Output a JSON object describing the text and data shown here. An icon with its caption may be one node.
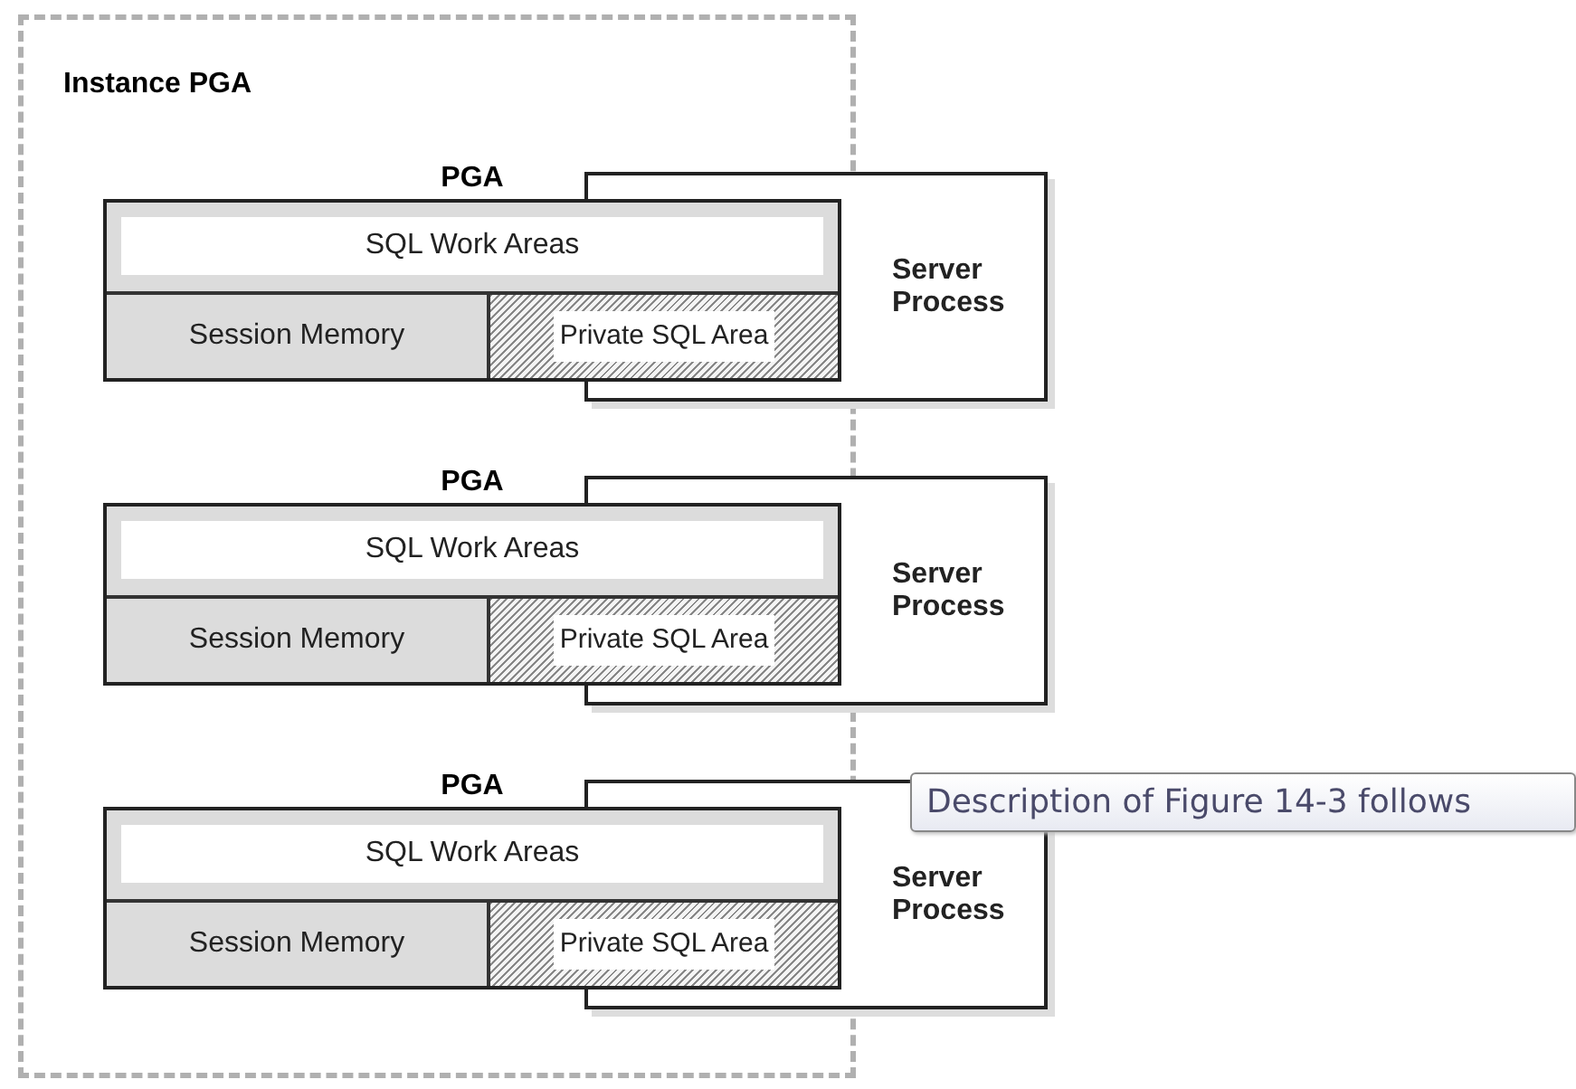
{
  "diagram": {
    "nodes": [
      {
        "text": [
          "Instance PGA"
        ]
      },
      {
        "text": [
          "PGA"
        ],
        "in": 0
      },
      {
        "text": [
          "SQL Work Areas"
        ],
        "in": 1
      },
      {
        "text": [
          "Session Memory"
        ],
        "in": 1
      },
      {
        "text": [
          "Private SQL Area"
        ],
        "in": 1
      },
      {
        "text": [
          "Server Process"
        ]
      },
      {
        "text": [
          "PGA"
        ],
        "in": 0
      },
      {
        "text": [
          "SQL Work Areas"
        ],
        "in": 6
      },
      {
        "text": [
          "Session Memory"
        ],
        "in": 6
      },
      {
        "text": [
          "Private SQL Area"
        ],
        "in": 6
      },
      {
        "text": [
          "Server Process"
        ]
      },
      {
        "text": [
          "PGA"
        ],
        "in": 0
      },
      {
        "text": [
          "SQL Work Areas"
        ],
        "in": 11
      },
      {
        "text": [
          "Session Memory"
        ],
        "in": 11
      },
      {
        "text": [
          "Private SQL Area"
        ],
        "in": 11
      },
      {
        "text": [
          "Server Process"
        ]
      }
    ],
    "labels": [
      "Description of Figure 14-3 follows"
    ]
  }
}
